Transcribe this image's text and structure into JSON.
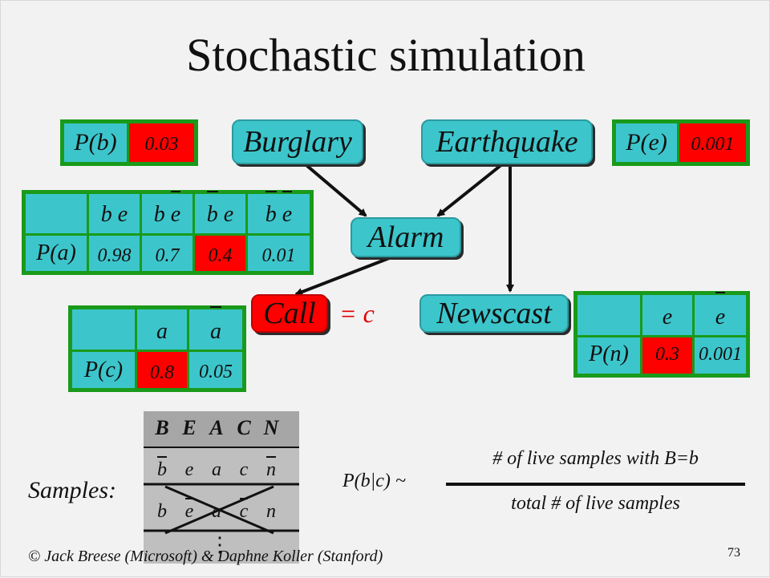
{
  "title": "Stochastic simulation",
  "nodes": {
    "burglary": "Burglary",
    "earthquake": "Earthquake",
    "alarm": "Alarm",
    "call": "Call",
    "newscast": "Newscast"
  },
  "evidence": "= c",
  "cpt_b": {
    "label": "P(b)",
    "value": "0.03"
  },
  "cpt_e": {
    "label": "P(e)",
    "value": "0.001"
  },
  "cpt_a": {
    "label": "P(a)",
    "headers": [
      {
        "b": "b",
        "e": "e",
        "b_bar": false,
        "e_bar": false
      },
      {
        "b": "b",
        "e": "e",
        "b_bar": false,
        "e_bar": true
      },
      {
        "b": "b",
        "e": "e",
        "b_bar": true,
        "e_bar": false
      },
      {
        "b": "b",
        "e": "e",
        "b_bar": true,
        "e_bar": true
      }
    ],
    "values": [
      "0.98",
      "0.7",
      "0.4",
      "0.01"
    ]
  },
  "cpt_c": {
    "label": "P(c)",
    "headers": [
      "a",
      "a"
    ],
    "values": [
      "0.8",
      "0.05"
    ]
  },
  "cpt_n": {
    "label": "P(n)",
    "headers": [
      "e",
      "e"
    ],
    "values": [
      "0.3",
      "0.001"
    ]
  },
  "samples": {
    "label": "Samples:",
    "header": [
      "B",
      "E",
      "A",
      "C",
      "N"
    ],
    "row1": [
      "b",
      "e",
      "a",
      "c",
      "n"
    ],
    "row2": [
      "b",
      "e",
      "a",
      "c",
      "n"
    ],
    "ellipsis": "⋮"
  },
  "formula": {
    "lhs": "P(b|c) ~",
    "numerator": "# of live samples with B=b",
    "denominator": "total # of live samples"
  },
  "footer": {
    "credit": "© Jack Breese (Microsoft) & Daphne Koller (Stanford)",
    "page": "73"
  },
  "colors": {
    "node": "#3cc6cc",
    "highlight": "#ff0000",
    "table_border": "#1a9a1a"
  }
}
